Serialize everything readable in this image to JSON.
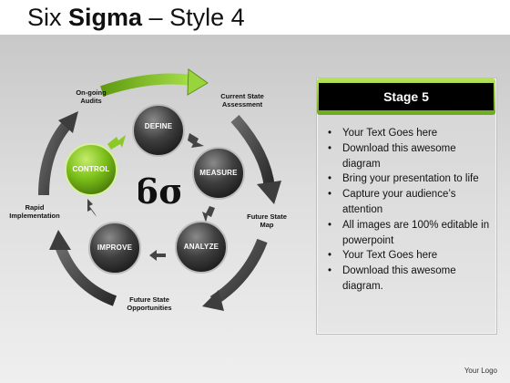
{
  "slide": {
    "title_prefix": "Six ",
    "title_bold": "Sigma",
    "title_suffix": " – Style 4",
    "footer_logo": "Your Logo"
  },
  "diagram": {
    "nodes": {
      "define": "DEFINE",
      "measure": "MEASURE",
      "analyze": "ANALYZE",
      "improve": "IMPROVE",
      "control": "CONTROL"
    },
    "center_symbol": "6σ",
    "outer_labels": {
      "ongoing_audits": "On-going\nAudits",
      "current_state": "Current State\nAssessment",
      "future_state_map": "Future State\nMap",
      "future_state_opps": "Future State\nOpportunities",
      "rapid_impl": "Rapid\nImplementation"
    },
    "colors": {
      "node_dark": "#3c3c3c",
      "node_active": "#7bbf1a",
      "arrow_dark": "#3a3a3a",
      "arrow_active": "#8ac926"
    }
  },
  "stage_panel": {
    "header": "Stage 5",
    "bullets": [
      "Your Text Goes here",
      "Download this awesome diagram",
      "Bring your presentation to life",
      "Capture your audience’s attention",
      "All images are 100% editable in powerpoint",
      "Your Text Goes here",
      "Download this awesome diagram."
    ]
  }
}
